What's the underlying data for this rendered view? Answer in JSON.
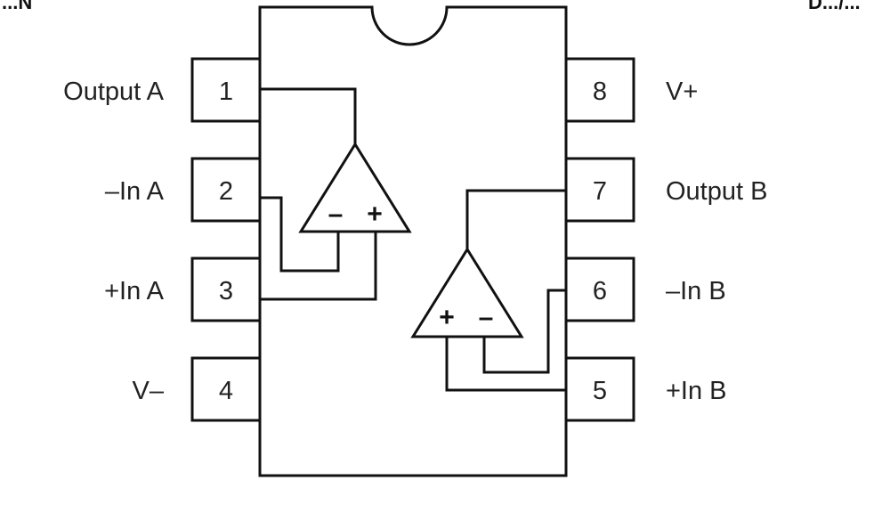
{
  "corner_fragments": {
    "left": "...N",
    "right": "D.../..."
  },
  "pins": [
    {
      "number": "1",
      "label": "Output A"
    },
    {
      "number": "2",
      "label": "–In A"
    },
    {
      "number": "3",
      "label": "+In A"
    },
    {
      "number": "4",
      "label": "V–"
    },
    {
      "number": "5",
      "label": "+In B"
    },
    {
      "number": "6",
      "label": "–In B"
    },
    {
      "number": "7",
      "label": "Output B"
    },
    {
      "number": "8",
      "label": "V+"
    }
  ],
  "amp_a": {
    "inverting": "–",
    "non_inverting": "+"
  },
  "amp_b": {
    "non_inverting": "+",
    "inverting": "–"
  }
}
